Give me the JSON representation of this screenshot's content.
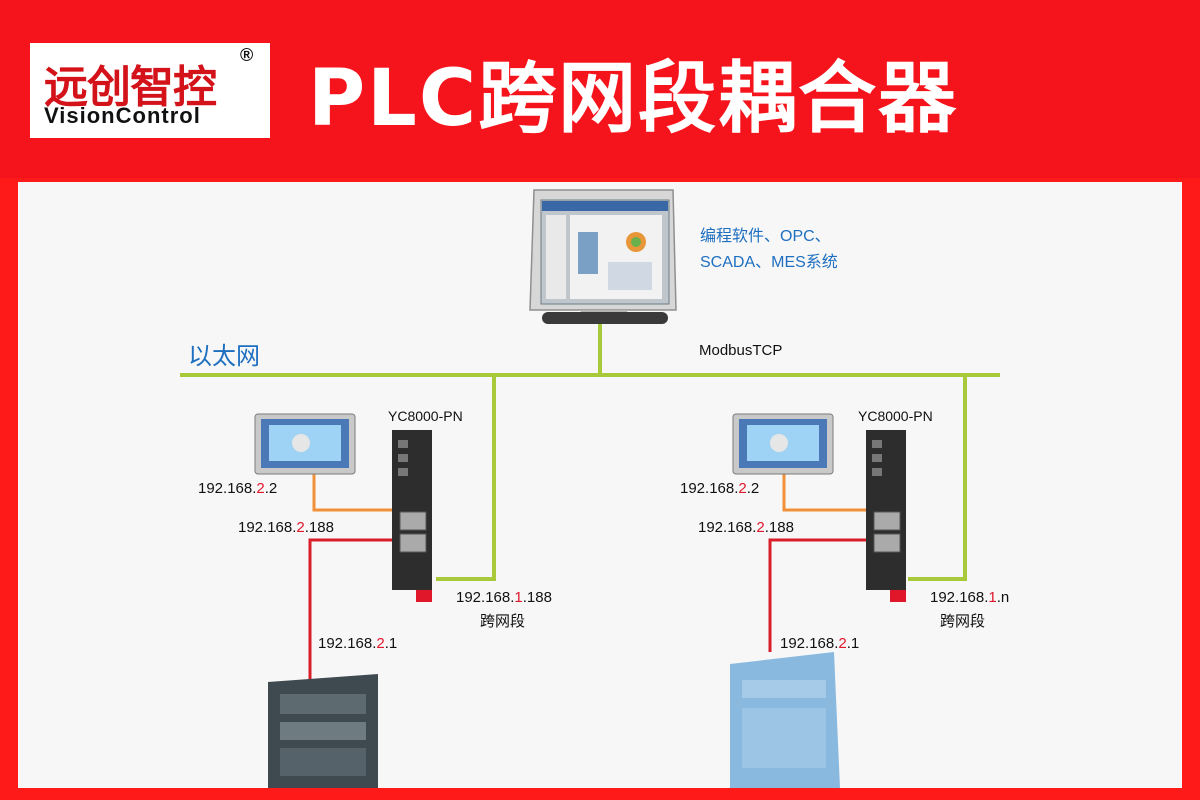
{
  "header": {
    "logo_cn": "远创智控",
    "logo_en": "VisionControl",
    "logo_reg": "®",
    "title": "PLC跨网段耦合器"
  },
  "diagram": {
    "software_line1": "编程软件、OPC、",
    "software_line2": "SCADA、MES系统",
    "ethernet_label": "以太网",
    "protocol_label": "ModbusTCP",
    "left": {
      "device_name": "YC8000-PN",
      "hmi_ip": {
        "a": "192.168.",
        "b": "2",
        "c": ".2"
      },
      "port_ip": {
        "a": "192.168.",
        "b": "2",
        "c": ".188"
      },
      "uplink_ip": {
        "a": "192.168.",
        "b": "1",
        "c": ".188"
      },
      "uplink_note": "跨网段",
      "plc_ip": {
        "a": "192.168.",
        "b": "2",
        "c": ".1"
      }
    },
    "right": {
      "device_name": "YC8000-PN",
      "hmi_ip": {
        "a": "192.168.",
        "b": "2",
        "c": ".2"
      },
      "port_ip": {
        "a": "192.168.",
        "b": "2",
        "c": ".188"
      },
      "uplink_ip": {
        "a": "192.168.",
        "b": "1",
        "c": ".n"
      },
      "uplink_note": "跨网段",
      "plc_ip": {
        "a": "192.168.",
        "b": "2",
        "c": ".1"
      }
    },
    "colors": {
      "banner": "#f5141c",
      "ethernet_line": "#a7c93a",
      "hmi_line": "#f0913a",
      "plc_line": "#d81e2a",
      "label_blue": "#1f6fc0",
      "ip_highlight": "#e0162b"
    }
  }
}
